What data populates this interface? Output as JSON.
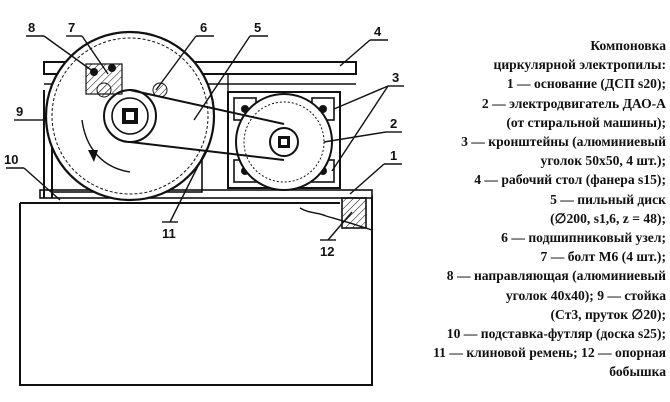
{
  "callouts": {
    "c1": "1",
    "c2": "2",
    "c3": "3",
    "c4": "4",
    "c5": "5",
    "c6": "6",
    "c7": "7",
    "c8": "8",
    "c9": "9",
    "c10": "10",
    "c11": "11",
    "c12": "12"
  },
  "legend": {
    "title_line1": "Компоновка",
    "title_line2": "циркулярной электропилы:",
    "lines": [
      "1 — основание (ДСП s20);",
      "2 — электродвигатель ДАО-А",
      "(от стиральной машины);",
      "3 — кронштейны (алюминиевый",
      "уголок 50х50, 4 шт.);",
      "4 — рабочий стол (фанера s15);",
      "5 — пильный диск",
      "(∅200, s1,6, z = 48);",
      "6 — подшипниковый узел;",
      "7 — болт М6 (4 шт.);",
      "8 — направляющая (алюминиевый",
      "уголок 40х40); 9 — стойка",
      "(Ст3, пруток ∅20);",
      "10 — подставка-футляр (доска s25);",
      "11 — клиновой ремень; 12 — опорная",
      "бобышка"
    ]
  }
}
